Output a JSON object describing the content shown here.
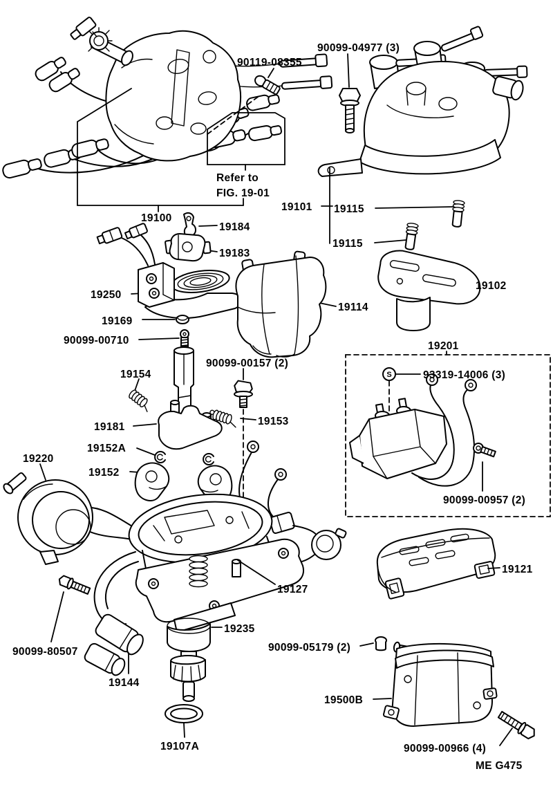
{
  "meta": {
    "page_code": "ME G475",
    "ink_color": "#000000",
    "paper_color": "#ffffff",
    "figure_subject": "distributor ignition parts diagram"
  },
  "figure_note": {
    "refer_to": "Refer to",
    "fig_ref": "FIG. 19-01"
  },
  "symbols": {
    "s_symbol": "S"
  },
  "labels": {
    "bolt_90119_08355": "90119-08355",
    "bolt_90099_04977": "90099-04977 (3)",
    "distributor_assy_19100": "19100",
    "cap_assy_19101": "19101",
    "spring_19115_upper": "19115",
    "spring_19115_lower": "19115",
    "terminal_19184": "19184",
    "carbon_point_19183": "19183",
    "rotor_19102": "19102",
    "signal_generator_19250": "19250",
    "cover_19114": "19114",
    "grommet_19169": "19169",
    "screw_90099_00710": "90099-00710",
    "coil_assy_19201": "19201",
    "screw_90099_00157": "90099-00157 (2)",
    "spring_19154": "19154",
    "screw_93319_14006": "93319-14006 (3)",
    "shaft_19181": "19181",
    "spring_19153": "19153",
    "clip_19152A": "19152A",
    "weight_19152": "19152",
    "vacuum_advance_19220": "19220",
    "screw_90099_00957": "90099-00957 (2)",
    "housing_19127": "19127",
    "cover_19121": "19121",
    "bushing_19235": "19235",
    "screw_90099_05179": "90099-05179 (2)",
    "bolt_90099_80507": "90099-80507",
    "connector_19144": "19144",
    "igniter_19500B": "19500B",
    "oring_19107A": "19107A",
    "bolt_90099_00966": "90099-00966 (4)"
  }
}
